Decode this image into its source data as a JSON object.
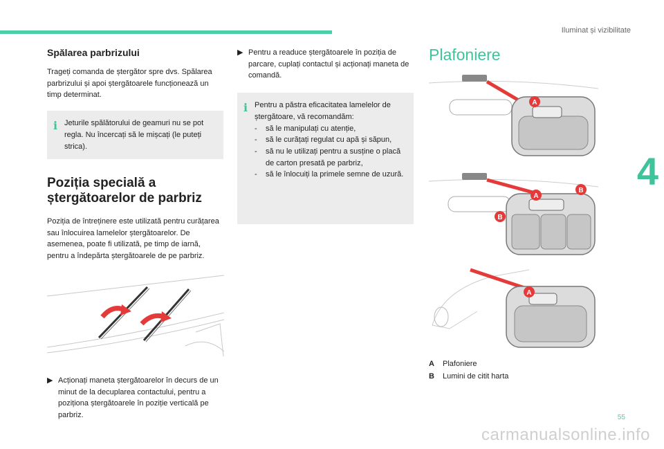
{
  "header": {
    "section": "Iluminat și vizibilitate",
    "chapter": "4",
    "page": "55"
  },
  "col1": {
    "washing_title": "Spălarea parbrizului",
    "washing_text": "Trageți comanda de ștergător spre dvs. Spălarea parbrizului și apoi ștergătoarele funcționează un timp determinat.",
    "washing_info": "Jeturile spălătorului de geamuri nu se pot regla. Nu încercați să le mișcați (le puteți strica).",
    "special_title": "Poziția specială a ștergătoarelor de parbriz",
    "special_text": "Poziția de întreținere este utilizată pentru curățarea sau înlocuirea lamelelor ștergătoarelor. De asemenea, poate fi utilizată, pe timp de iarnă, pentru a îndepărta ștergătoarele de pe parbriz.",
    "bullet": "Acționați maneta ștergătoarelor în decurs de un minut de la decuplarea contactului, pentru a poziționa ștergătoarele în poziție verticală pe parbriz."
  },
  "col2": {
    "bullet": "Pentru a readuce ștergătoarele în poziția de parcare, cuplați contactul și acționați maneta de comandă.",
    "info_intro": "Pentru a păstra eficacitatea lamelelor de ștergătoare, vă recomandăm:",
    "info_items": [
      "să le manipulați cu atenție,",
      "să le curățați regulat cu apă și săpun,",
      "să nu le utilizați pentru a susține o placă de carton presată pe parbriz,",
      "să le înlocuiți la primele semne de uzură."
    ]
  },
  "col3": {
    "title": "Plafoniere",
    "legend": [
      {
        "key": "A",
        "label": "Plafoniere"
      },
      {
        "key": "B",
        "label": "Lumini de citit harta"
      }
    ],
    "badge_a": "A",
    "badge_b": "B"
  },
  "icons": {
    "info": "info-icon",
    "bullet": "arrow-bullet-icon"
  },
  "colors": {
    "accent": "#4ccfa7",
    "badge": "#e53a3a"
  },
  "watermark": "carmanualsonline.info"
}
